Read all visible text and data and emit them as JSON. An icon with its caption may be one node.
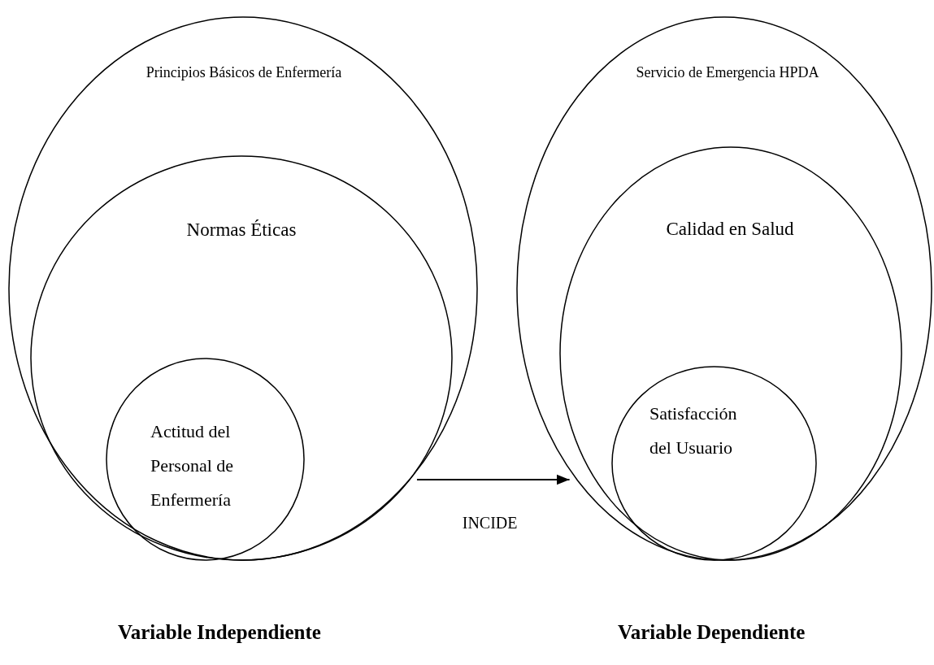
{
  "diagram": {
    "nodes": [
      {
        "text": [
          "Principios Básicos de Enfermería"
        ]
      },
      {
        "text": [
          "Normas Éticas"
        ],
        "in": 0
      },
      {
        "text": [
          "Actitud del Personal de Enfermería"
        ],
        "in": 1
      },
      {
        "text": [
          "Servicio de Emergencia HPDA"
        ]
      },
      {
        "text": [
          "Calidad en Salud"
        ],
        "in": 3
      },
      {
        "text": [
          "Satisfacción del Usuario"
        ],
        "in": 4
      }
    ],
    "edges": [
      {
        "from": 0,
        "to": 3,
        "arrow": "to",
        "label": "INCIDE"
      }
    ],
    "labels": [
      "Variable Independiente",
      "Variable Dependiente"
    ]
  }
}
